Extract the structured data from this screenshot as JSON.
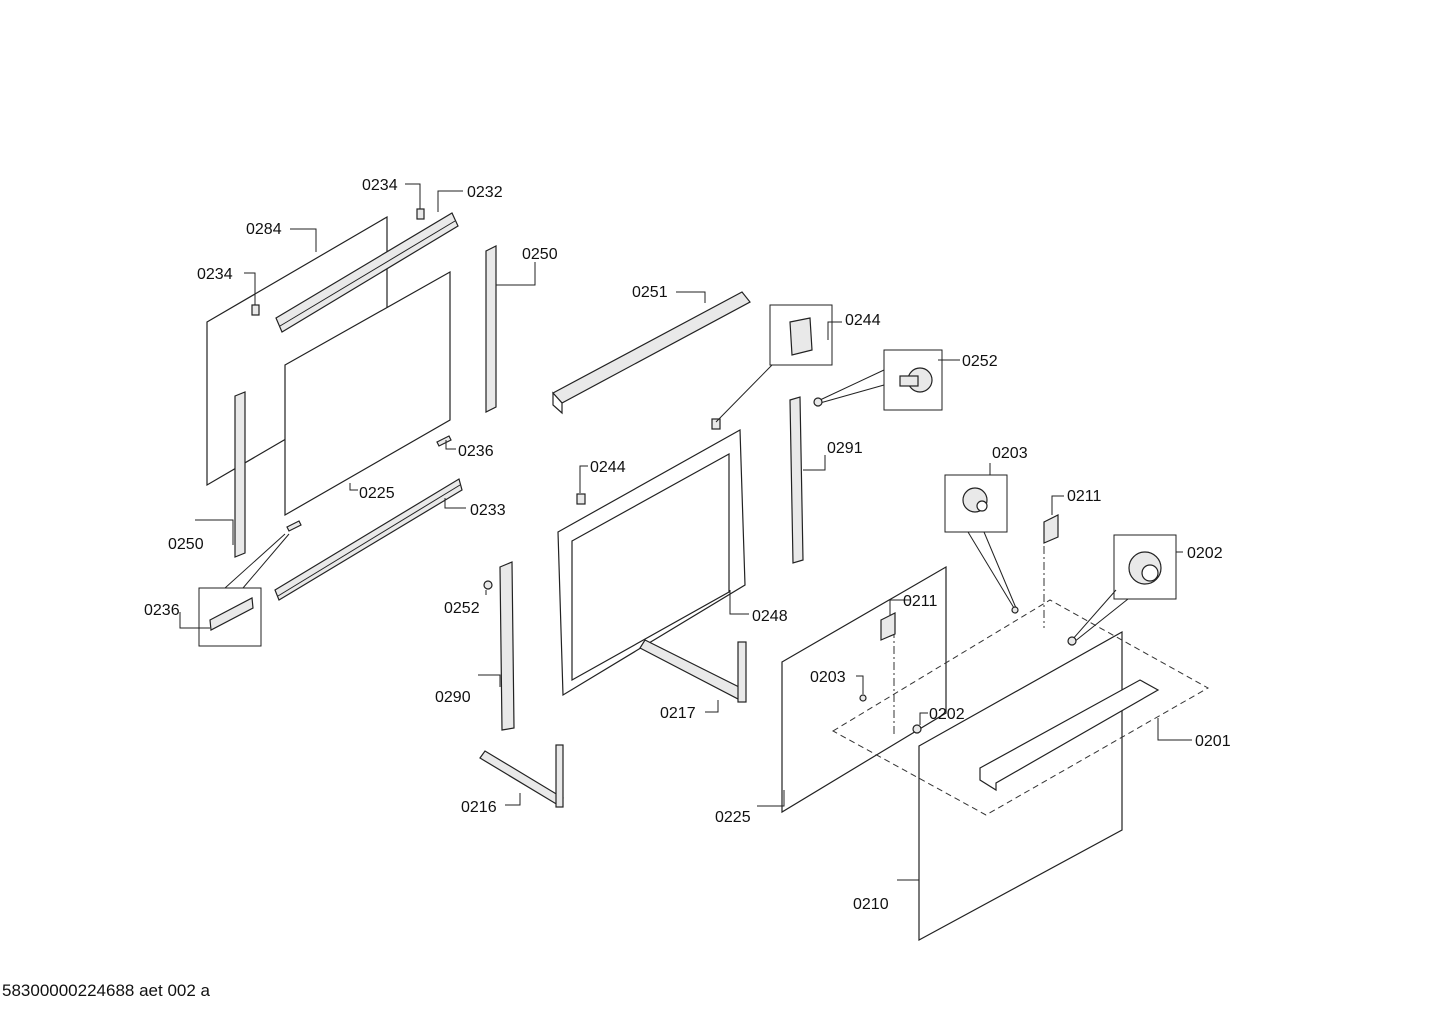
{
  "document_id": "58300000224688 aet 002 a",
  "callouts": {
    "c0234a": "0234",
    "c0232": "0232",
    "c0284": "0284",
    "c0234b": "0234",
    "c0250a": "0250",
    "c0236a": "0236",
    "c0225a": "0225",
    "c0233": "0233",
    "c0250b": "0250",
    "c0236b": "0236",
    "c0251": "0251",
    "c0244a": "0244",
    "c0252a": "0252",
    "c0291": "0291",
    "c0244b": "0244",
    "c0252b": "0252",
    "c0248": "0248",
    "c0290": "0290",
    "c0217": "0217",
    "c0216": "0216",
    "c0203a": "0203",
    "c0211a": "0211",
    "c0202a": "0202",
    "c0211b": "0211",
    "c0203b": "0203",
    "c0202b": "0202",
    "c0201": "0201",
    "c0225b": "0225",
    "c0210": "0210"
  }
}
